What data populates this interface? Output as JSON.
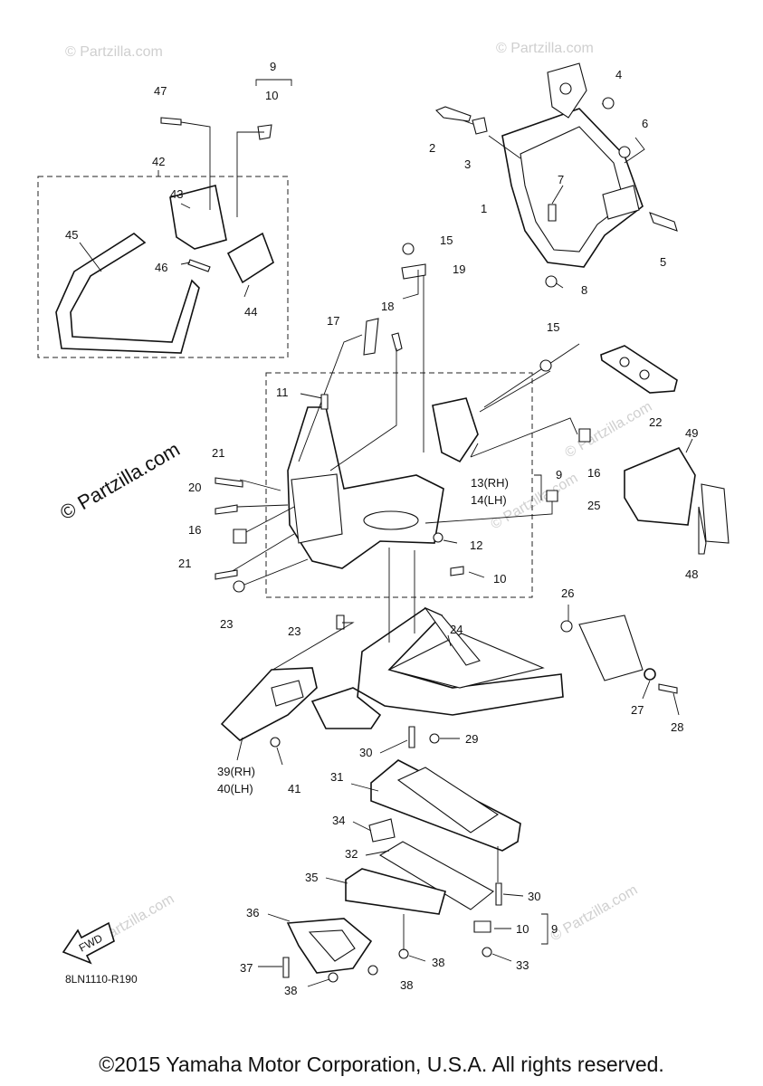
{
  "diagram_code": "8LN1110-R190",
  "fwd_label": "FWD",
  "copyright": "©2015 Yamaha Motor Corporation, U.S.A. All rights reserved.",
  "watermarks": {
    "faint": "© Partzilla.com",
    "bold": "© Partzilla.com"
  },
  "callouts": {
    "c1": "1",
    "c2": "2",
    "c3": "3",
    "c4": "4",
    "c5": "5",
    "c6": "6",
    "c7": "7",
    "c8": "8",
    "c9_top": "9",
    "c10_top": "10",
    "c9_mid": "9",
    "c9_bot": "9",
    "c10_mid": "10",
    "c10_bot": "10",
    "c11": "11",
    "c12": "12",
    "c13": "13(RH)",
    "c14": "14(LH)",
    "c15a": "15",
    "c15b": "15",
    "c16a": "16",
    "c16b": "16",
    "c17": "17",
    "c18": "18",
    "c19": "19",
    "c20": "20",
    "c21a": "21",
    "c21b": "21",
    "c22": "22",
    "c23a": "23",
    "c23b": "23",
    "c24": "24",
    "c25": "25",
    "c26": "26",
    "c27": "27",
    "c28": "28",
    "c29": "29",
    "c30a": "30",
    "c30b": "30",
    "c31": "31",
    "c32": "32",
    "c33": "33",
    "c34": "34",
    "c35": "35",
    "c36": "36",
    "c37": "37",
    "c38a": "38",
    "c38b": "38",
    "c39": "39(RH)",
    "c40": "40(LH)",
    "c41": "41",
    "c42": "42",
    "c43": "43",
    "c44": "44",
    "c45": "45",
    "c46": "46",
    "c47": "47",
    "c48": "48",
    "c49": "49"
  }
}
